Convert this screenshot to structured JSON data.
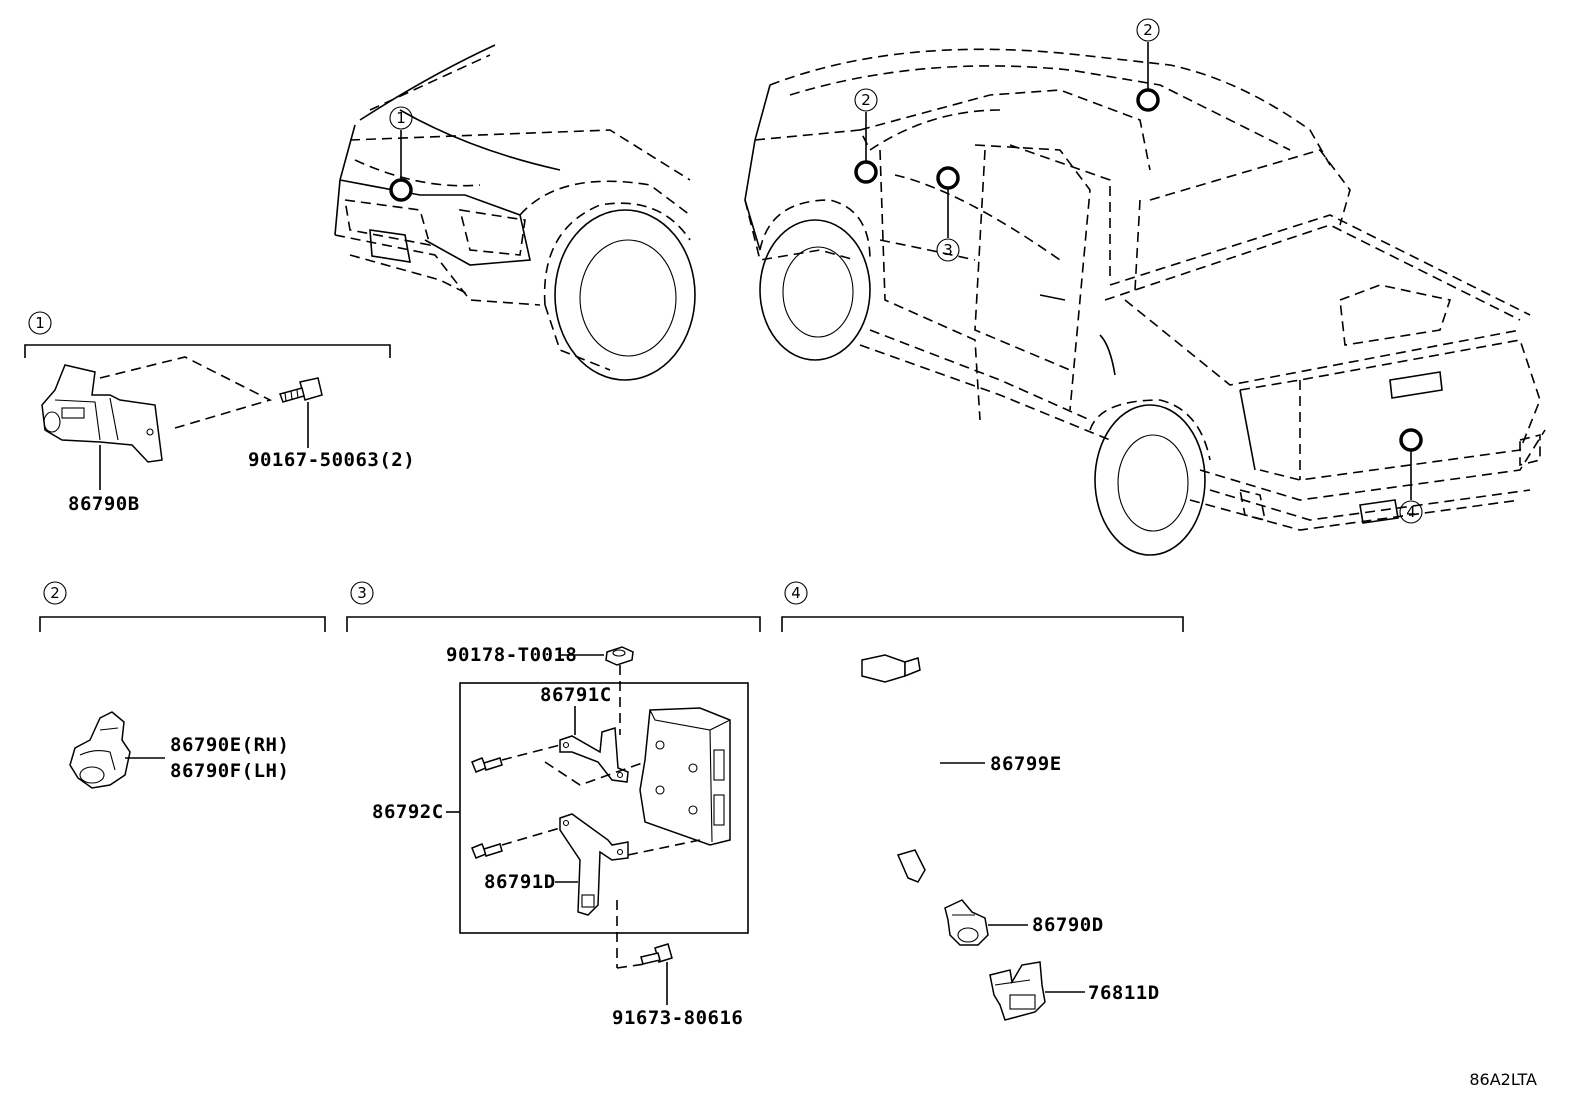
{
  "diagram_id": "86A2LTA",
  "callouts": {
    "c1": "1",
    "c2": "2",
    "c3": "3",
    "c4": "4"
  },
  "sections": {
    "s1": {
      "number": "1",
      "parts": {
        "camera": "86790B",
        "bolt": "90167-50063(2)"
      }
    },
    "s2": {
      "number": "2",
      "parts": {
        "camera_rh": "86790E(RH)",
        "camera_lh": "86790F(LH)"
      }
    },
    "s3": {
      "number": "3",
      "parts": {
        "nut": "90178-T0018",
        "bracket_c": "86791C",
        "ecu": "86792C",
        "bracket_d": "86791D",
        "bolt": "91673-80616"
      }
    },
    "s4": {
      "number": "4",
      "parts": {
        "wire": "86799E",
        "camera": "86790D",
        "cover": "76811D"
      }
    }
  }
}
